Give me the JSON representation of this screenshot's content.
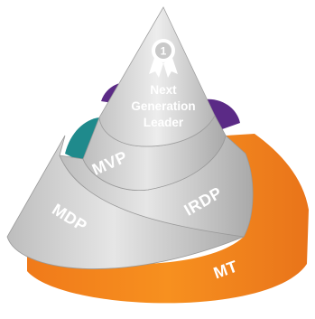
{
  "diagram": {
    "peak": {
      "lines": [
        "Next",
        "Generation",
        "Leader"
      ],
      "icon": "award-ribbon-number-1-icon",
      "badge_text": "1"
    },
    "tiers": [
      {
        "label": "MVP"
      },
      {
        "label": "IRDP"
      },
      {
        "label": "MDP"
      },
      {
        "label": "MT"
      }
    ],
    "colors": {
      "peak_and_inner_tiers": "#cfcfcf",
      "base_ring": "#f58220",
      "mvp_back_band": "#1f8a8c",
      "leader_back_band": "#5b2a86",
      "label_text": "#ffffff"
    }
  }
}
